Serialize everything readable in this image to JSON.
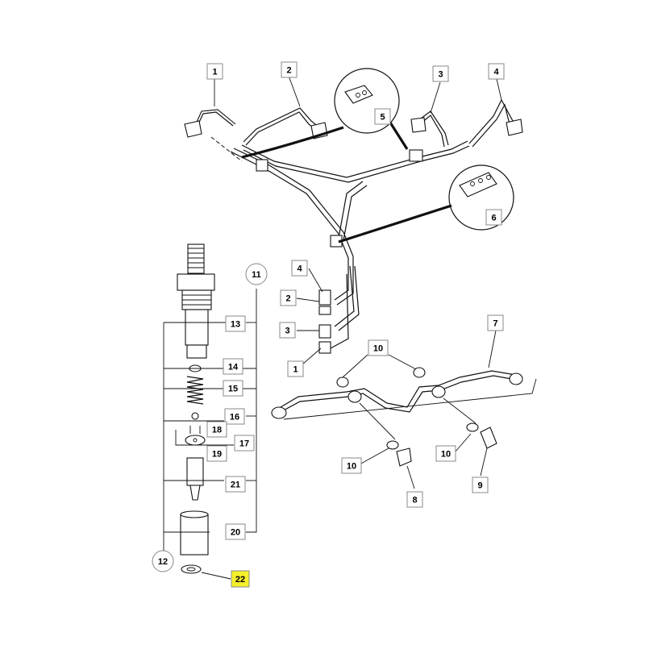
{
  "diagram": {
    "colors": {
      "highlight": "#f5ef2c",
      "ink": "#111111",
      "box_border": "#888888",
      "background": "#ffffff"
    },
    "callouts": [
      {
        "id": "c1a",
        "label": "1",
        "highlighted": false
      },
      {
        "id": "c2a",
        "label": "2",
        "highlighted": false
      },
      {
        "id": "c3a",
        "label": "3",
        "highlighted": false
      },
      {
        "id": "c4a",
        "label": "4",
        "highlighted": false
      },
      {
        "id": "c5",
        "label": "5",
        "highlighted": false
      },
      {
        "id": "c6",
        "label": "6",
        "highlighted": false
      },
      {
        "id": "c4b",
        "label": "4",
        "highlighted": false
      },
      {
        "id": "c2b",
        "label": "2",
        "highlighted": false
      },
      {
        "id": "c3b",
        "label": "3",
        "highlighted": false
      },
      {
        "id": "c1b",
        "label": "1",
        "highlighted": false
      },
      {
        "id": "c7",
        "label": "7",
        "highlighted": false
      },
      {
        "id": "c10a",
        "label": "10",
        "highlighted": false
      },
      {
        "id": "c10b",
        "label": "10",
        "highlighted": false
      },
      {
        "id": "c10c",
        "label": "10",
        "highlighted": false
      },
      {
        "id": "c8",
        "label": "8",
        "highlighted": false
      },
      {
        "id": "c9",
        "label": "9",
        "highlighted": false
      },
      {
        "id": "c11",
        "label": "11",
        "highlighted": false
      },
      {
        "id": "c12",
        "label": "12",
        "highlighted": false
      },
      {
        "id": "c13",
        "label": "13",
        "highlighted": false
      },
      {
        "id": "c14",
        "label": "14",
        "highlighted": false
      },
      {
        "id": "c15",
        "label": "15",
        "highlighted": false
      },
      {
        "id": "c16",
        "label": "16",
        "highlighted": false
      },
      {
        "id": "c17",
        "label": "17",
        "highlighted": false
      },
      {
        "id": "c18",
        "label": "18",
        "highlighted": false
      },
      {
        "id": "c19",
        "label": "19",
        "highlighted": false
      },
      {
        "id": "c20",
        "label": "20",
        "highlighted": false
      },
      {
        "id": "c21",
        "label": "21",
        "highlighted": false
      },
      {
        "id": "c22",
        "label": "22",
        "highlighted": true
      }
    ]
  }
}
